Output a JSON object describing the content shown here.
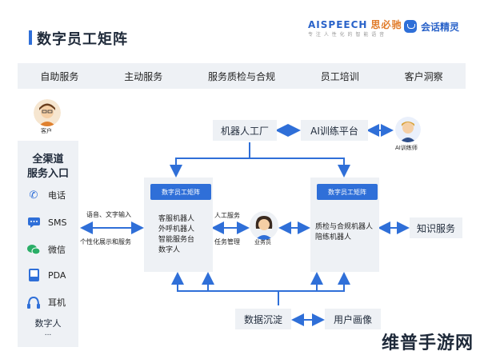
{
  "header": {
    "title": "数字员工矩阵",
    "brand1_en": "AISPEECH",
    "brand1_cn": "思必驰",
    "brand1_sub": "专 注 人 性 化 的 智 能 语 音",
    "brand2": "会话精灵"
  },
  "nav": [
    "自助服务",
    "主动服务",
    "服务质检与合规",
    "员工培训",
    "客户洞察"
  ],
  "customer_label": "客户",
  "channels": {
    "title_line1": "全渠道",
    "title_line2": "服务入口",
    "items": [
      {
        "label": "电话",
        "icon": "phone-icon"
      },
      {
        "label": "SMS",
        "icon": "sms-icon"
      },
      {
        "label": "微信",
        "icon": "wechat-icon"
      },
      {
        "label": "PDA",
        "icon": "pda-icon"
      },
      {
        "label": "耳机",
        "icon": "headset-icon"
      },
      {
        "label": "数字人",
        "icon": ""
      }
    ],
    "more": "..."
  },
  "links": {
    "left_top": "语音、文字输入",
    "left_bottom": "个性化展示和服务",
    "mid_top": "人工服务",
    "mid_bottom": "任务管理"
  },
  "factory": "机器人工厂",
  "training_platform": "AI训练平台",
  "trainer_label": "AI训练师",
  "agent_label": "业务员",
  "left_panel": {
    "head": "数字员工矩阵",
    "lines": [
      "客服机器人",
      "外呼机器人",
      "智能服务台",
      "数字人"
    ]
  },
  "right_panel": {
    "head": "数字员工矩阵",
    "lines": [
      "质检与合规机器人",
      "陪练机器人"
    ]
  },
  "knowledge": "知识服务",
  "data_sink": "数据沉淀",
  "user_profile": "用户画像",
  "watermark": "维普手游网",
  "colors": {
    "accent": "#2f6fd8",
    "panel": "#eef1f5"
  }
}
